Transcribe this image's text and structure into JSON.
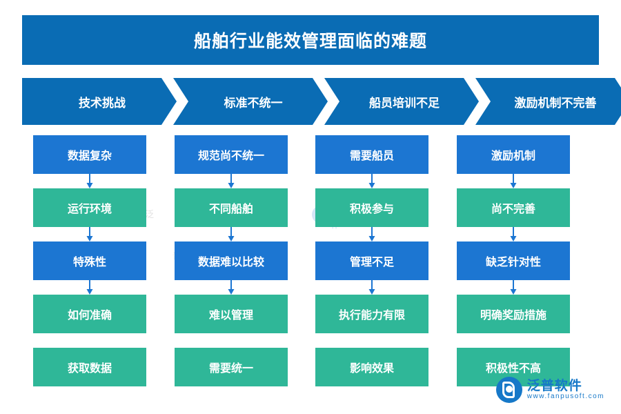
{
  "title": {
    "text": "船舶行业能效管理面临的难题"
  },
  "header_chevrons": [
    {
      "label": "技术挑战"
    },
    {
      "label": "标准不统一"
    },
    {
      "label": "船员培训不足"
    },
    {
      "label": "激励机制不完善"
    }
  ],
  "columns": [
    {
      "name": "technical-challenge",
      "cells": [
        {
          "label": "数据复杂",
          "color": "blue",
          "arrow_after": true
        },
        {
          "label": "运行环境",
          "color": "green",
          "arrow_after": true
        },
        {
          "label": "特殊性",
          "color": "blue",
          "arrow_after": true
        },
        {
          "label": "如何准确",
          "color": "green",
          "arrow_after": false
        },
        {
          "label": "获取数据",
          "color": "green",
          "arrow_after": false
        }
      ]
    },
    {
      "name": "standard-not-unified",
      "cells": [
        {
          "label": "规范尚不统一",
          "color": "blue",
          "arrow_after": true
        },
        {
          "label": "不同船舶",
          "color": "green",
          "arrow_after": true
        },
        {
          "label": "数据难以比较",
          "color": "blue",
          "arrow_after": true
        },
        {
          "label": "难以管理",
          "color": "green",
          "arrow_after": false
        },
        {
          "label": "需要统一",
          "color": "green",
          "arrow_after": false
        }
      ]
    },
    {
      "name": "crew-training-insufficient",
      "cells": [
        {
          "label": "需要船员",
          "color": "blue",
          "arrow_after": true
        },
        {
          "label": "积极参与",
          "color": "green",
          "arrow_after": true
        },
        {
          "label": "管理不足",
          "color": "blue",
          "arrow_after": true
        },
        {
          "label": "执行能力有限",
          "color": "green",
          "arrow_after": false
        },
        {
          "label": "影响效果",
          "color": "green",
          "arrow_after": false
        }
      ]
    },
    {
      "name": "incentive-imperfect",
      "cells": [
        {
          "label": "激励机制",
          "color": "blue",
          "arrow_after": true
        },
        {
          "label": "尚不完善",
          "color": "green",
          "arrow_after": true
        },
        {
          "label": "缺乏针对性",
          "color": "blue",
          "arrow_after": true
        },
        {
          "label": "明确奖励措施",
          "color": "green",
          "arrow_after": false
        },
        {
          "label": "积极性不高",
          "color": "green",
          "arrow_after": false
        }
      ]
    }
  ],
  "watermarks": {
    "center_text": "泛普软件",
    "faint_left": "泛",
    "faint_mid": "普"
  },
  "logo": {
    "cn": "泛普软件",
    "en": "www.fanpusoft.com"
  },
  "colors": {
    "banner": "#0a6cb4",
    "blue_cell": "#1c76d2",
    "green_cell": "#2fb798",
    "text_on_fill": "#ffffff"
  }
}
